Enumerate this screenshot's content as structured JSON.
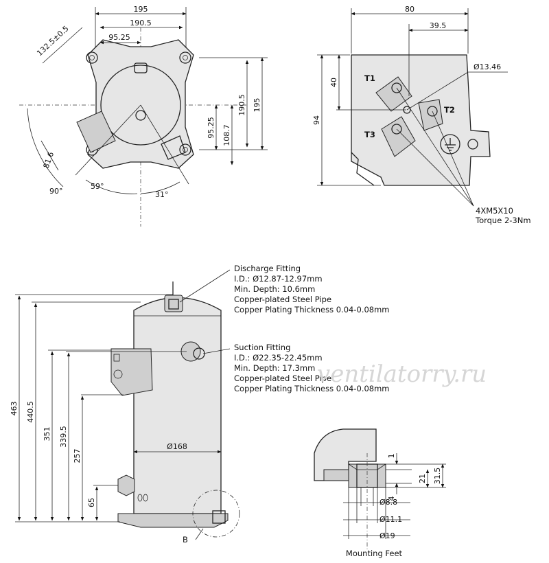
{
  "top_view": {
    "dims": {
      "w195": "195",
      "w190_5": "190.5",
      "w95_25": "95.25",
      "r132_5": "132.5±0.5",
      "h190_5": "190.5",
      "h195": "195",
      "h95_25": "95.25",
      "h108_7": "108.7",
      "d81_6": "81.6",
      "a90": "90°",
      "a59": "59°",
      "a31": "31°"
    }
  },
  "terminal_box": {
    "dims": {
      "w80": "80",
      "w39_5": "39.5",
      "h40": "40",
      "h94": "94",
      "dia13_46": "Ø13.46"
    },
    "labels": {
      "t1": "T1",
      "t2": "T2",
      "t3": "T3"
    },
    "screw_note": {
      "line1": "4XM5X10",
      "line2": "Torque 2-3Nm"
    }
  },
  "side_view": {
    "dims": {
      "h463": "463",
      "h440_5": "440.5",
      "h351": "351",
      "h339_5": "339.5",
      "h257": "257",
      "h65": "65",
      "dia168": "Ø168"
    },
    "detail_label": "B",
    "discharge": {
      "title": "Discharge Fitting",
      "id": "I.D.: Ø12.87-12.97mm",
      "depth": "Min. Depth: 10.6mm",
      "material": "Copper-plated Steel Pipe",
      "plating": "Copper Plating Thickness 0.04-0.08mm"
    },
    "suction": {
      "title": "Suction Fitting",
      "id": "I.D.: Ø22.35-22.45mm",
      "depth": "Min. Depth: 17.3mm",
      "material": "Copper-plated Steel Pipe",
      "plating": "Copper Plating Thickness 0.04-0.08mm"
    }
  },
  "mounting_feet": {
    "title": "Mounting Feet",
    "dims": {
      "h1": "1",
      "h21": "21",
      "h31_5": "31.5",
      "h4": "4",
      "dia8_8": "Ø8.8",
      "dia11_1": "Ø11.1",
      "dia19": "Ø19"
    }
  },
  "watermark": "ventilatorry.ru"
}
